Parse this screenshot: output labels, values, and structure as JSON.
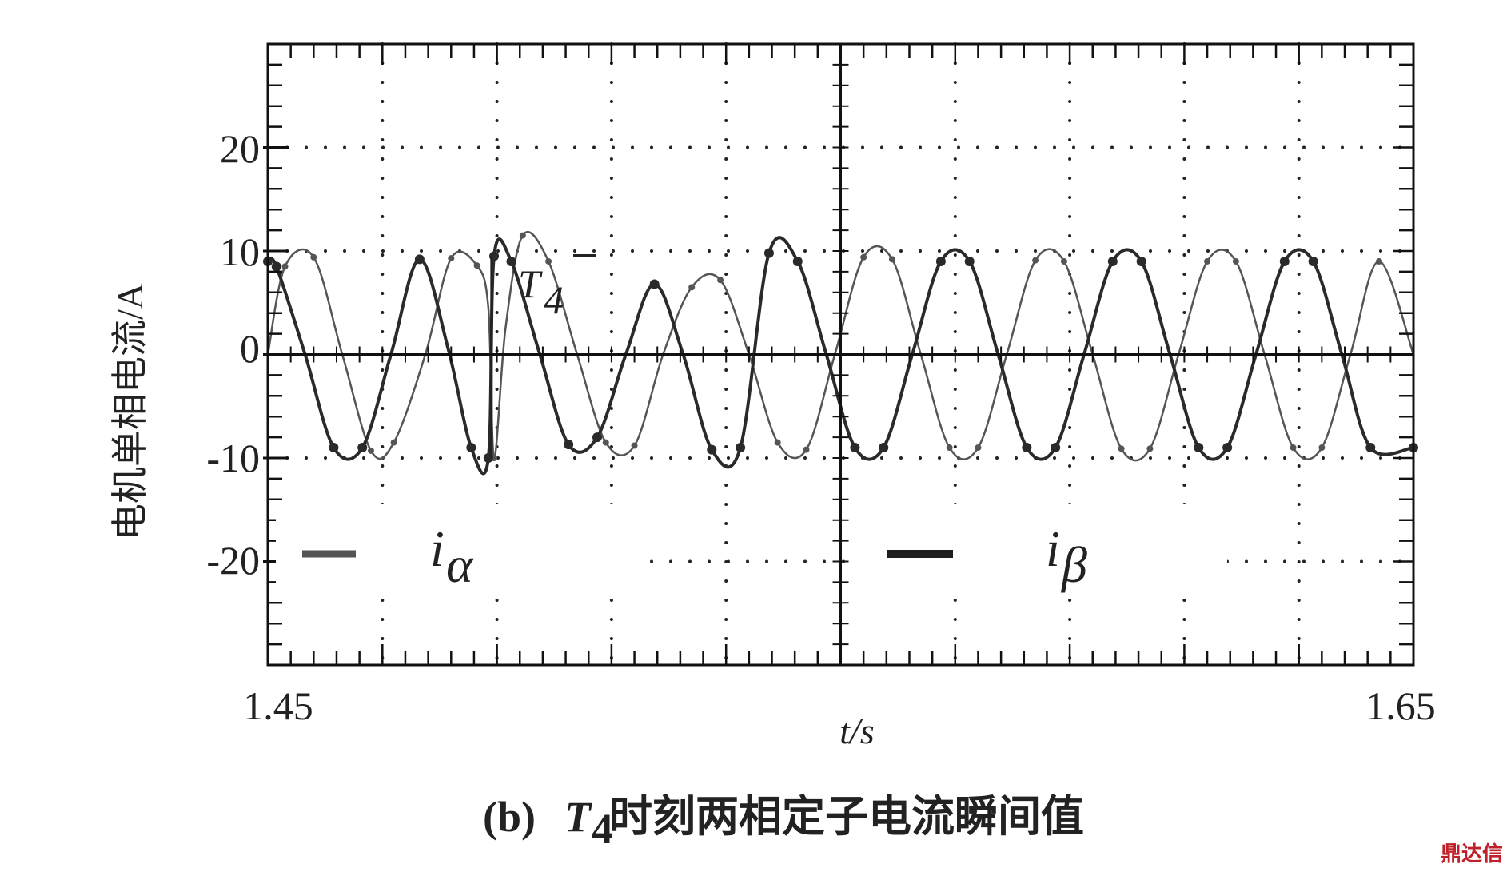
{
  "chart_data": {
    "type": "line",
    "xlabel": "t/s",
    "ylabel": "电机单相电流/A",
    "xlim": [
      1.45,
      1.65
    ],
    "ylim": [
      -30,
      30
    ],
    "x_tick_labels": [
      "1.45",
      "1.65"
    ],
    "y_ticks": [
      20,
      10,
      0,
      -10,
      -20
    ],
    "y_tick_labels": [
      "20",
      "10",
      "0",
      "-10",
      "-20"
    ],
    "grid": true,
    "legend": [
      {
        "name": "i",
        "subscript": "α",
        "placement": "bottom-left"
      },
      {
        "name": "i",
        "subscript": "β",
        "placement": "bottom-right"
      }
    ],
    "annotation": {
      "text": "T",
      "subscript": "4",
      "x": 1.4885
    },
    "series": [
      {
        "name": "iα",
        "style": "thin-line",
        "color": "#555555",
        "x": [
          1.45,
          1.453,
          1.458,
          1.463,
          1.468,
          1.472,
          1.4775,
          1.482,
          1.4865,
          1.4885,
          1.4895,
          1.4915,
          1.4945,
          1.499,
          1.504,
          1.509,
          1.514,
          1.519,
          1.524,
          1.529,
          1.534,
          1.539,
          1.544,
          1.549,
          1.554,
          1.559,
          1.564,
          1.569,
          1.574,
          1.579,
          1.584,
          1.589,
          1.594,
          1.599,
          1.604,
          1.609,
          1.614,
          1.619,
          1.624,
          1.629,
          1.634,
          1.639,
          1.644,
          1.65
        ],
        "y": [
          0,
          8.5,
          9.4,
          0,
          -9.3,
          -8.5,
          0,
          9.3,
          8.6,
          4.5,
          -10,
          2.5,
          11.5,
          9.0,
          0,
          -8.5,
          -8.8,
          0,
          6.5,
          7.2,
          0,
          -8.5,
          -9.2,
          0,
          9.4,
          9.2,
          0,
          -9.0,
          -9.0,
          0,
          9.1,
          9.0,
          0,
          -9.1,
          -9.1,
          0,
          9.0,
          9.0,
          0,
          -9.0,
          -9.0,
          0,
          9.0,
          0
        ]
      },
      {
        "name": "iβ",
        "style": "dotted-thick",
        "color": "#2a2a2a",
        "x": [
          1.45,
          1.4515,
          1.4565,
          1.4615,
          1.4665,
          1.4715,
          1.4765,
          1.4815,
          1.4855,
          1.4885,
          1.4895,
          1.4925,
          1.4975,
          1.5025,
          1.5075,
          1.5125,
          1.5175,
          1.5225,
          1.5275,
          1.5325,
          1.5375,
          1.5425,
          1.5475,
          1.5525,
          1.5575,
          1.5625,
          1.5675,
          1.5725,
          1.5775,
          1.5825,
          1.5875,
          1.5925,
          1.5975,
          1.6025,
          1.6075,
          1.6125,
          1.6175,
          1.6225,
          1.6275,
          1.6325,
          1.6375,
          1.6425,
          1.65
        ],
        "y": [
          9.0,
          8.5,
          0,
          -9.0,
          -9.0,
          0,
          9.2,
          0.5,
          -9.0,
          -10,
          9.5,
          9.0,
          0,
          -8.7,
          -8.0,
          0,
          6.8,
          0,
          -9.2,
          -9.0,
          9.8,
          9.0,
          0,
          -9.0,
          -9.0,
          0,
          9.0,
          9.0,
          0,
          -9.0,
          -9.0,
          0,
          9.0,
          9.0,
          0,
          -9.0,
          -9.0,
          0,
          9.0,
          9.0,
          0,
          -9.0,
          -9.0
        ]
      }
    ]
  },
  "caption": {
    "prefix": "(b) ",
    "symbol": "T",
    "subscript": "4",
    "suffix": "时刻两相定子电流瞬间值"
  },
  "watermark": "鼎达信"
}
